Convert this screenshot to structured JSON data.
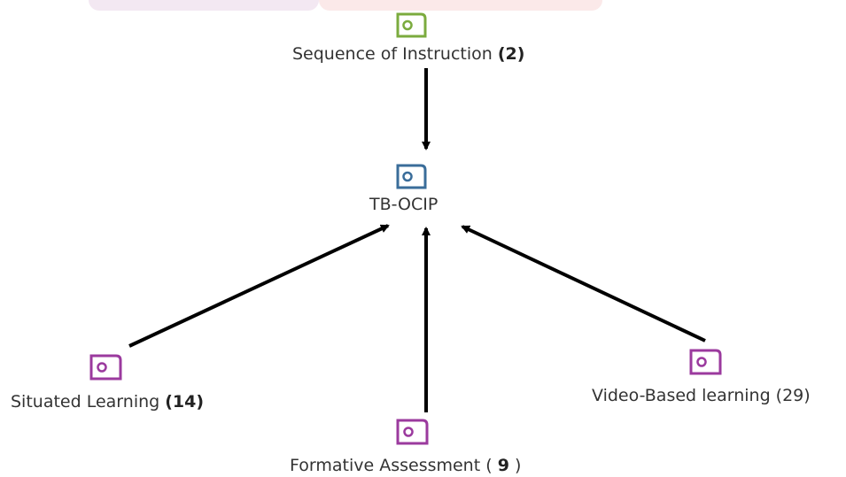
{
  "colors": {
    "green": "#7bab3e",
    "blue": "#3a6d9a",
    "purple": "#9b3a9e",
    "arrow": "#000000",
    "text": "#333333"
  },
  "nodes": {
    "sequence": {
      "name": "Sequence of Instruction",
      "count": "(2)",
      "icon": "code-document-icon",
      "color": "green"
    },
    "center": {
      "name": "TB-OCIP",
      "icon": "code-document-icon",
      "color": "blue"
    },
    "situated": {
      "name": "Situated Learning",
      "count": "(14)",
      "icon": "code-document-icon",
      "color": "purple"
    },
    "formative": {
      "name": "Formative Assessment (",
      "count": "9",
      "suffix": ")",
      "icon": "code-document-icon",
      "color": "purple"
    },
    "video": {
      "name": "Video-Based learning (29)",
      "icon": "code-document-icon",
      "color": "purple"
    }
  }
}
